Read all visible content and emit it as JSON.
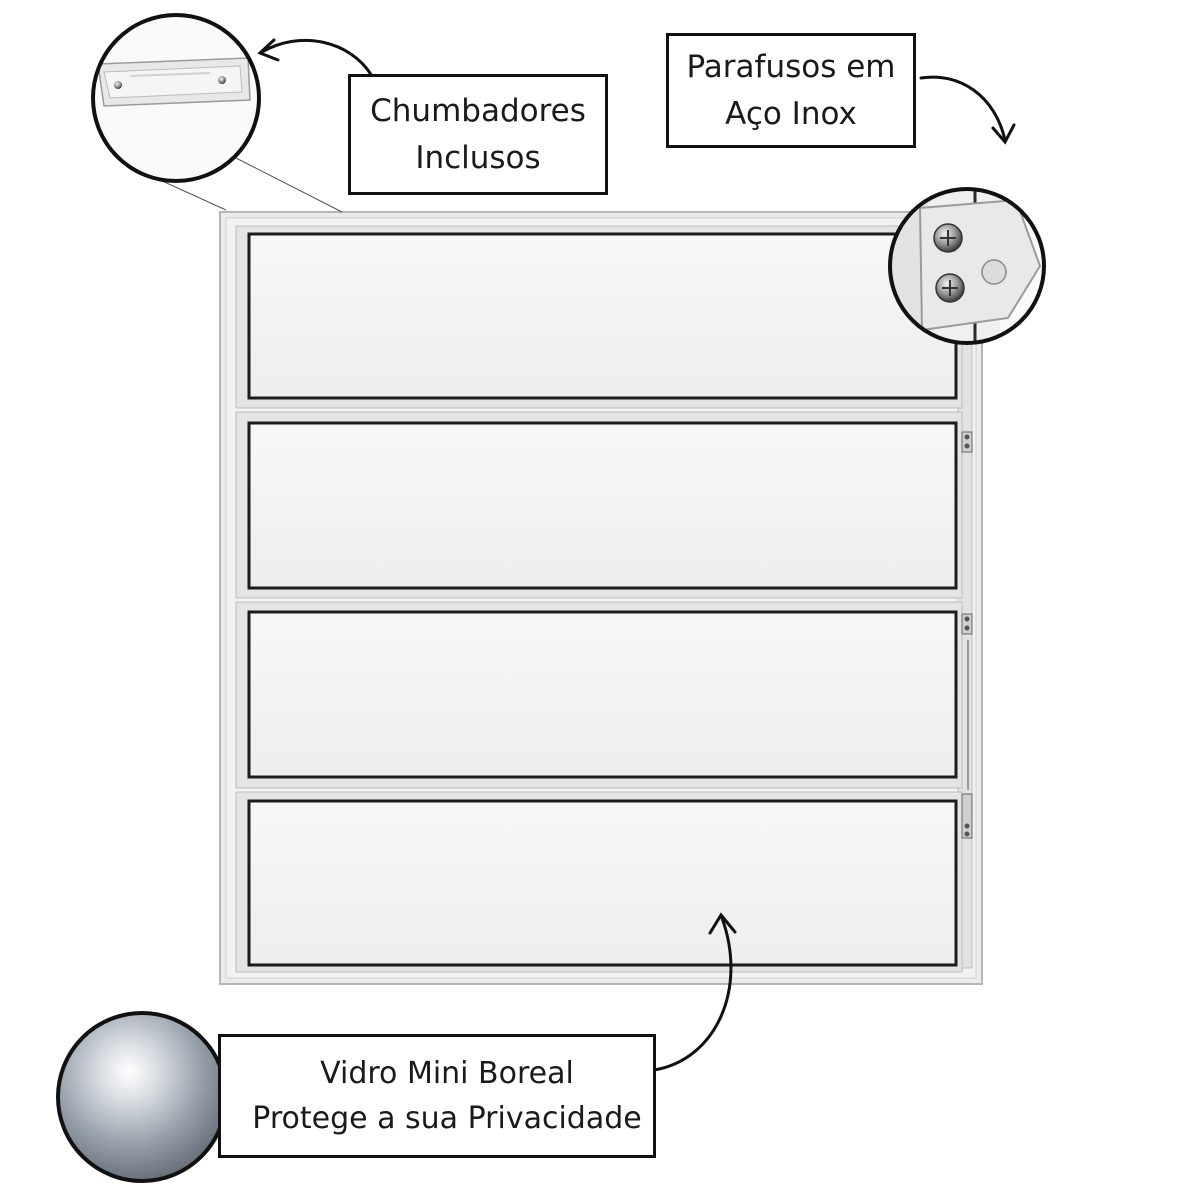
{
  "callouts": {
    "chumbadores": {
      "line1": "Chumbadores",
      "line2": "Inclusos"
    },
    "parafusos": {
      "line1": "Parafusos em",
      "line2": "Aço Inox"
    },
    "vidro": {
      "line1": "Vidro Mini Boreal",
      "line2": "Protege a sua Privacidade"
    }
  },
  "window": {
    "panel_count": 4,
    "frame_color": "#e6e6e6",
    "glass_color": "#f4f4f4",
    "edge_color": "#1c1c1c"
  }
}
